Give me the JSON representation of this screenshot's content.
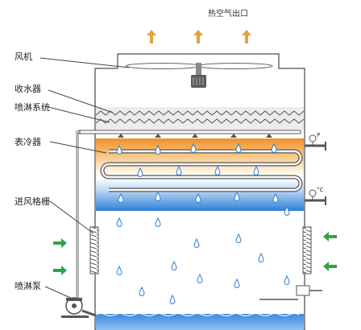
{
  "title": "热空气出口",
  "labels": {
    "fan": "风机",
    "drift_eliminator": "收水器",
    "spray_system": "喷淋系统",
    "surface_cooler": "表冷器",
    "air_inlet_louver": "进风格栅",
    "spray_pump": "喷淋泵"
  },
  "gauges": {
    "top": "P",
    "bottom": "°C"
  },
  "colors": {
    "airflow_out": "#e8a040",
    "airflow_in": "#2fa24a",
    "water": "#2f7fd8",
    "hot": "#f39a2c",
    "cold": "#2f7fd8",
    "frame": "#6b6b6b"
  }
}
